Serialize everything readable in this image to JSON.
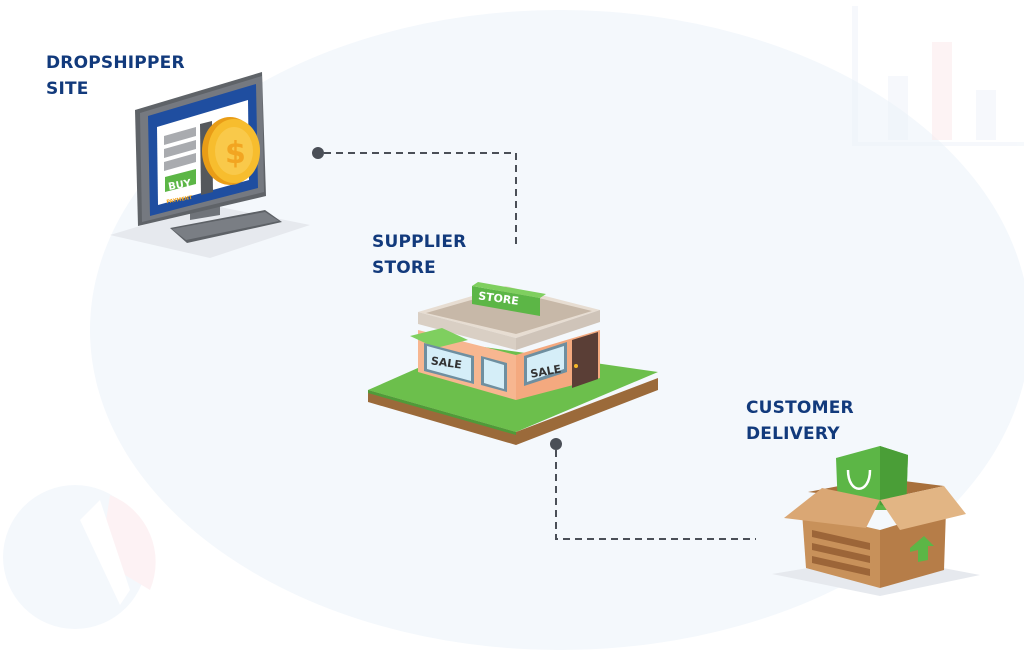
{
  "diagram": {
    "title": "Dropshipping flow",
    "nodes": [
      {
        "id": "dropshipper",
        "label_line1": "DROPSHIPPER",
        "label_line2": "SITE"
      },
      {
        "id": "supplier",
        "label_line1": "SUPPLIER",
        "label_line2": "STORE"
      },
      {
        "id": "customer",
        "label_line1": "CUSTOMER",
        "label_line2": "DELIVERY"
      }
    ],
    "edges": [
      {
        "from": "dropshipper",
        "to": "supplier",
        "style": "dashed"
      },
      {
        "from": "supplier",
        "to": "customer",
        "style": "dashed"
      }
    ],
    "computer": {
      "buy_label": "BUY",
      "payment_label": "PAYMENT",
      "coin_symbol": "$"
    },
    "store": {
      "sign_label": "STORE",
      "window_left_label": "SALE",
      "window_right_label": "SALE"
    },
    "colors": {
      "label_blue": "#123a7c",
      "connector_gray": "#4a4f57",
      "green": "#5cb646",
      "coin_gold": "#f5b82a",
      "store_wall": "#f7b690",
      "box_brown": "#c8915a"
    }
  }
}
